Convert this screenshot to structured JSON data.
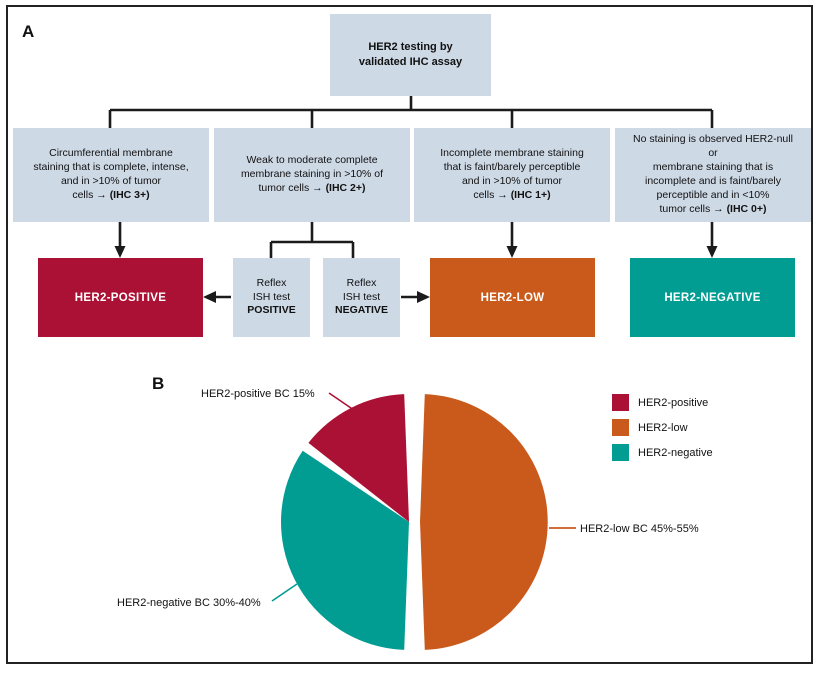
{
  "figure": {
    "panel_a_letter": "A",
    "panel_b_letter": "B"
  },
  "flowchart": {
    "root": {
      "line1": "HER2 testing by",
      "line2": "validated IHC assay"
    },
    "criteria": [
      {
        "name": "ihc-3plus",
        "line1": "Circumferential membrane",
        "line2": "staining that is complete, intense,",
        "line3": "and in >10% of tumor",
        "line4_prefix": "cells → ",
        "line4_bold": "(IHC 3+)"
      },
      {
        "name": "ihc-2plus",
        "line1": "Weak to moderate complete",
        "line2": "membrane staining in >10% of",
        "line3": "",
        "line4_prefix": "tumor cells → ",
        "line4_bold": "(IHC 2+)"
      },
      {
        "name": "ihc-1plus",
        "line1": "Incomplete membrane staining",
        "line2": "that is faint/barely perceptible",
        "line3": "and in >10% of tumor",
        "line4_prefix": "cells → ",
        "line4_bold": "(IHC 1+)"
      },
      {
        "name": "ihc-0plus",
        "line1": "No staining is observed HER2-null",
        "line2": "or",
        "line3": "membrane staining that is",
        "line3b": "incomplete and is faint/barely",
        "line3c": "perceptible and in <10%",
        "line4_prefix": "tumor cells → ",
        "line4_bold": "(IHC 0+)"
      }
    ],
    "reflex": [
      {
        "name": "reflex-ish-positive",
        "line1": "Reflex",
        "line2": "ISH test",
        "line3": "POSITIVE"
      },
      {
        "name": "reflex-ish-negative",
        "line1": "Reflex",
        "line2": "ISH test",
        "line3": "NEGATIVE"
      }
    ],
    "results": [
      {
        "name": "her2-positive",
        "label": "HER2-POSITIVE",
        "color": "#ab1134"
      },
      {
        "name": "her2-low",
        "label": "HER2-LOW",
        "color": "#c95a1b"
      },
      {
        "name": "her2-negative",
        "label": "HER2-NEGATIVE",
        "color": "#019c92"
      }
    ]
  },
  "chart_data": {
    "type": "pie",
    "title": "",
    "categories": [
      "HER2-positive",
      "HER2-low",
      "HER2-negative"
    ],
    "values": [
      15,
      50,
      35
    ],
    "colors": [
      "#ab1134",
      "#c95a1b",
      "#019c92"
    ],
    "legend_position": "right",
    "annotations": [
      {
        "name": "her2-positive-callout",
        "text": "HER2-positive BC 15%"
      },
      {
        "name": "her2-low-callout",
        "text": "HER2-low BC 45%-55%"
      },
      {
        "name": "her2-negative-callout",
        "text": "HER2-negative BC 30%-40%"
      }
    ],
    "legend": [
      {
        "label": "HER2-positive",
        "color": "#ab1134"
      },
      {
        "label": "HER2-low",
        "color": "#c95a1b"
      },
      {
        "label": "HER2-negative",
        "color": "#019c92"
      }
    ]
  }
}
